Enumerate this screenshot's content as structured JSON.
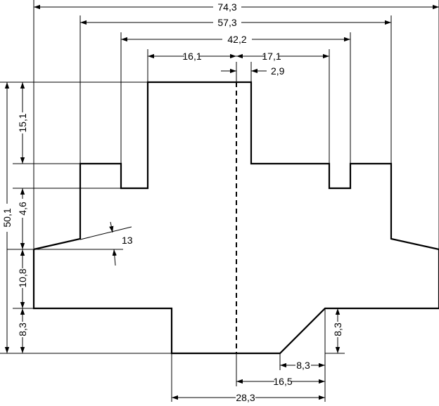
{
  "dimensions": {
    "overall_width": "74,3",
    "width_57": "57,3",
    "width_42": "42,2",
    "left_offset": "16,1",
    "right_offset": "17,1",
    "center_offset": "2,9",
    "height_15": "15,1",
    "height_4": "4,6",
    "total_height": "50,1",
    "height_10": "10,8",
    "left_height_8": "8,3",
    "right_height_8": "8,3",
    "angle": "13",
    "chamfer_8": "8,3",
    "offset_16": "16,5",
    "bottom_width": "28,3"
  }
}
